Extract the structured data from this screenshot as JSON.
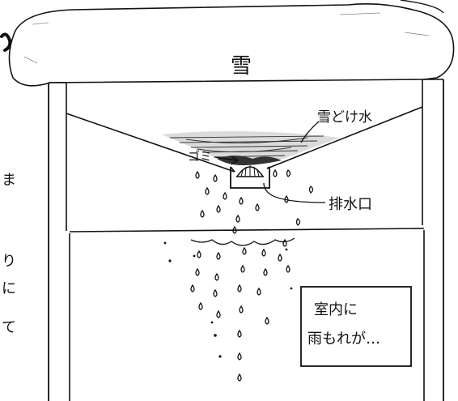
{
  "labels": {
    "snow": "雪",
    "meltwater": "雪どけ水",
    "debris": "ゴミ",
    "drain": "排水口",
    "note_line1": "室内に",
    "note_line2": "雨もれが…"
  },
  "edge_fragments": [
    "ま",
    "り",
    "に",
    "て"
  ],
  "colors": {
    "ink": "#111111",
    "paper": "#ffffff",
    "shade": "#5a5a5a"
  }
}
